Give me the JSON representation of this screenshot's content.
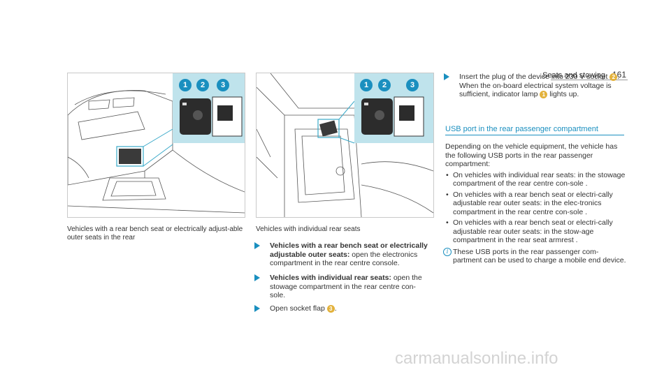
{
  "header": {
    "title": "Seats and stowing",
    "page_number": "161"
  },
  "figures": [
    {
      "callouts": [
        "1",
        "2",
        "3"
      ]
    },
    {
      "callouts": [
        "1",
        "2",
        "3"
      ]
    }
  ],
  "captions": {
    "left": "Vehicles with a rear bench seat or electrically adjust-able outer seats in the rear",
    "middle": "Vehicles with individual rear seats"
  },
  "steps": [
    {
      "bold": "Vehicles with a rear bench seat or electrically adjustable outer seats:",
      "text": " open the electronics compartment in the rear centre console."
    },
    {
      "bold": "Vehicles with individual rear seats:",
      "text": " open the stowage compartment in the rear centre con-sole."
    },
    {
      "pre": "Open socket flap ",
      "num": "3",
      "post": "."
    },
    {
      "pre": "Insert the plug of the device into 230 V socket ",
      "num": "2",
      "post": ".",
      "line2_pre": "When the on-board electrical system voltage is sufficient, indicator lamp ",
      "line2_num": "1",
      "line2_post": " lights up."
    }
  ],
  "section": {
    "title": "USB port in the rear passenger compartment",
    "intro": "Depending on the vehicle equipment, the vehicle has the following USB ports in the rear passenger compartment:",
    "bullets": [
      "On vehicles with individual rear seats: in the stowage compartment of the rear centre con-sole .",
      "On vehicles with a rear bench seat or electri-cally adjustable rear outer seats: in the elec-tronics compartment in the rear centre con-sole .",
      "On vehicles with a rear bench seat or electri-cally adjustable rear outer seats: in the stow-age compartment in the rear seat armrest ."
    ],
    "note": "These USB ports in the rear passenger com-partment can be used to charge a mobile end device."
  },
  "watermark": "carmanualsonline.info",
  "colors": {
    "accent": "#1a8fbf",
    "callout": "#e3b23c",
    "inset_bg": "#bfe3ec"
  }
}
